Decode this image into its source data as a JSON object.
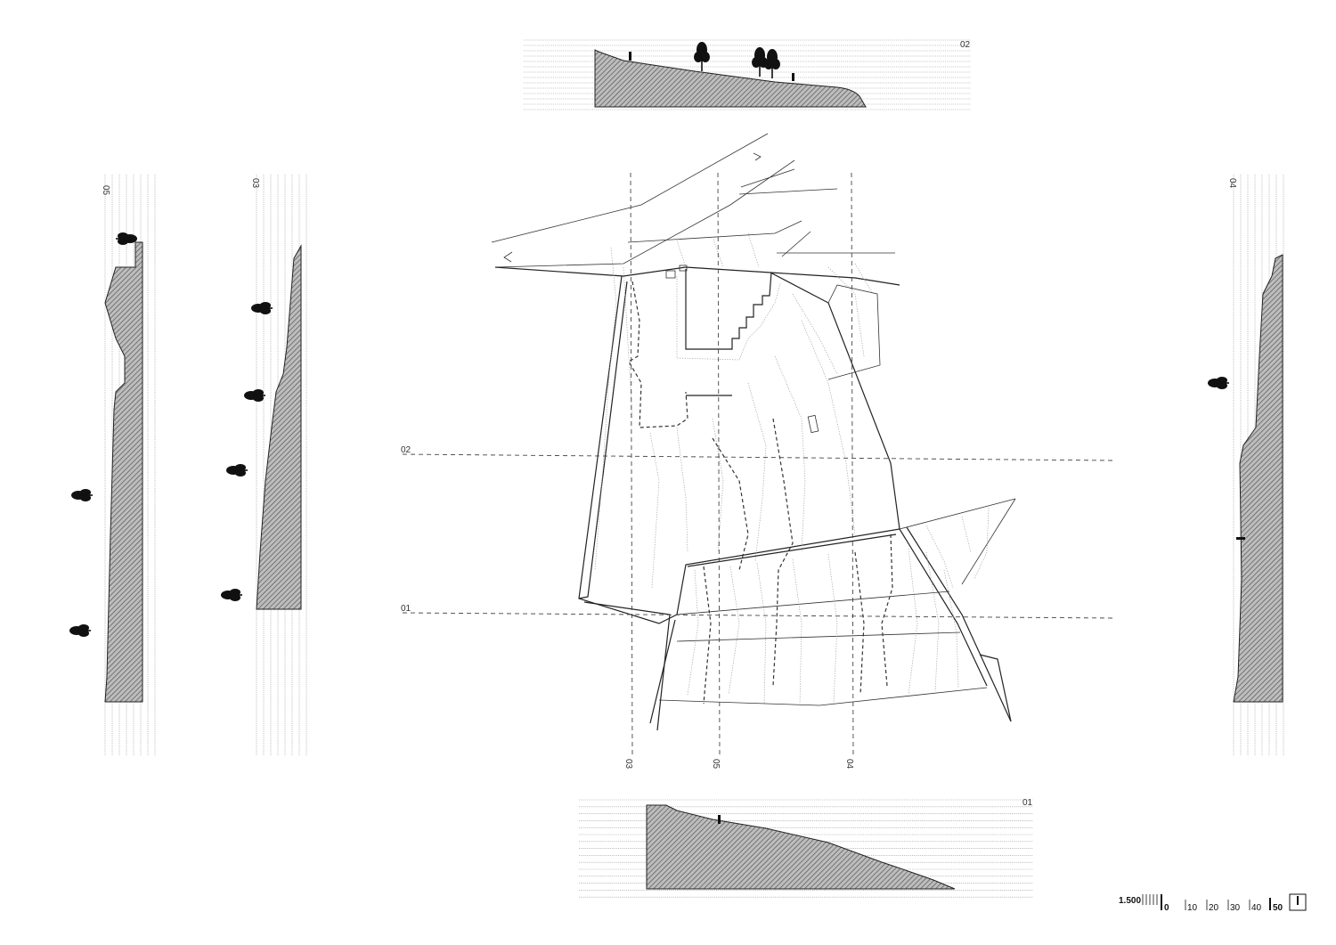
{
  "sections": {
    "top": {
      "label": "02"
    },
    "bottom": {
      "label": "01"
    },
    "left_a": {
      "label": "05"
    },
    "left_b": {
      "label": "03"
    },
    "right": {
      "label": "04"
    }
  },
  "plan": {
    "cut_labels": {
      "h1": "02",
      "h2": "01",
      "v1": "03",
      "v2": "05",
      "v3": "04"
    }
  },
  "scale_bar": {
    "ratio": "1.500",
    "ticks": [
      "0",
      "10",
      "20",
      "30",
      "40",
      "50"
    ]
  },
  "colors": {
    "ink": "#222222",
    "hatch": "#555555",
    "contour": "#9a9a9a"
  },
  "icons": {
    "north_marker": "north-square-icon",
    "arrow": "direction-arrow-icon"
  }
}
